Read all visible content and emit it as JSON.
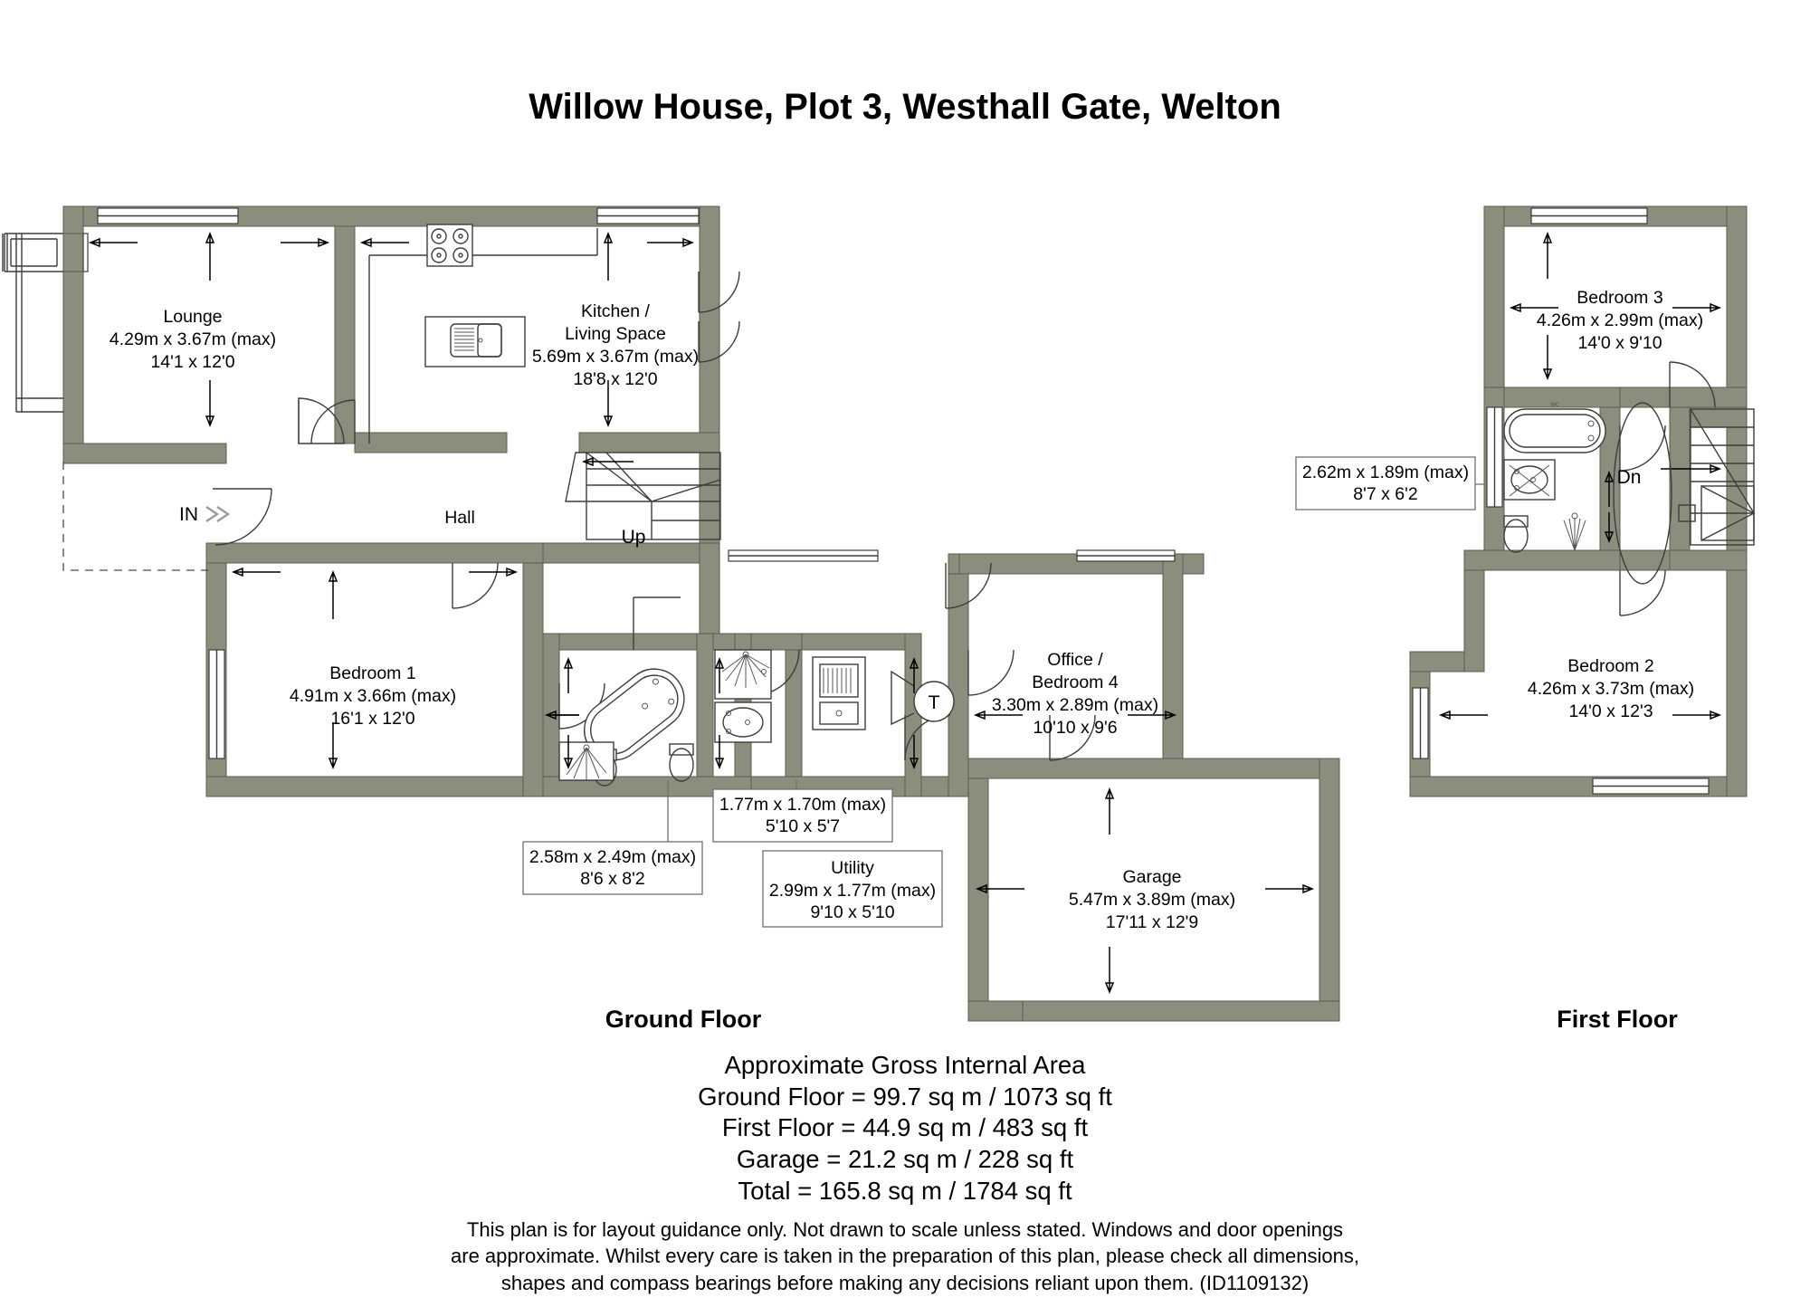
{
  "title": "Willow House, Plot 3, Westhall Gate, Welton",
  "floors": [
    {
      "key": "ground",
      "caption": "Ground Floor"
    },
    {
      "key": "first",
      "caption": "First Floor"
    }
  ],
  "ground_floor": {
    "caption": "Ground Floor",
    "rooms": [
      {
        "name": "lounge",
        "label": "Lounge",
        "metric": "4.29m x 3.67m (max)",
        "imperial": "14'1 x 12'0"
      },
      {
        "name": "kitchen-living-space",
        "label_line1": "Kitchen /",
        "label_line2": "Living Space",
        "metric": "5.69m x 3.67m (max)",
        "imperial": "18'8 x 12'0"
      },
      {
        "name": "hall",
        "label": "Hall"
      },
      {
        "name": "bedroom-1",
        "label": "Bedroom 1",
        "metric": "4.91m x 3.66m (max)",
        "imperial": "16'1 x 12'0"
      },
      {
        "name": "office-bedroom-4",
        "label_line1": "Office /",
        "label_line2": "Bedroom 4",
        "metric": "3.30m x 2.89m (max)",
        "imperial": "10'10 x 9'6"
      },
      {
        "name": "garage",
        "label": "Garage",
        "metric": "5.47m x 3.89m (max)",
        "imperial": "17'11 x 12'9"
      }
    ],
    "callouts": [
      {
        "name": "bathroom-callout",
        "label": "",
        "metric": "2.58m x 2.49m (max)",
        "imperial": "8'6 x 8'2"
      },
      {
        "name": "shower-room-callout",
        "label": "",
        "metric": "1.77m x 1.70m (max)",
        "imperial": "5'10 x 5'7"
      },
      {
        "name": "utility-callout",
        "label": "Utility",
        "metric": "2.99m x 1.77m (max)",
        "imperial": "9'10 x 5'10"
      }
    ],
    "markers": [
      {
        "name": "entrance-marker",
        "text": "IN"
      },
      {
        "name": "stairs-up-marker",
        "text": "Up"
      },
      {
        "name": "tank-marker",
        "text": "T"
      }
    ]
  },
  "first_floor": {
    "caption": "First Floor",
    "rooms": [
      {
        "name": "bedroom-3",
        "label": "Bedroom 3",
        "metric": "4.26m x 2.99m (max)",
        "imperial": "14'0 x 9'10"
      },
      {
        "name": "bedroom-2",
        "label": "Bedroom 2",
        "metric": "4.26m x 3.73m (max)",
        "imperial": "14'0 x 12'3"
      }
    ],
    "callouts": [
      {
        "name": "bathroom-callout-first",
        "label": "",
        "metric": "2.62m x 1.89m (max)",
        "imperial": "8'7 x 6'2"
      }
    ],
    "markers": [
      {
        "name": "stairs-down-marker",
        "text": "Dn"
      }
    ]
  },
  "area_summary": {
    "heading": "Approximate Gross Internal Area",
    "lines": [
      "Ground Floor = 99.7 sq m / 1073 sq ft",
      "First Floor = 44.9 sq m / 483 sq ft",
      "Garage = 21.2 sq m / 228 sq ft",
      "Total = 165.8 sq m / 1784 sq ft"
    ]
  },
  "disclaimer": {
    "line1": "This plan is for layout guidance only. Not drawn to scale unless stated. Windows and door openings",
    "line2": "are approximate. Whilst every care is taken in the preparation of this plan, please check all dimensions,",
    "line3": "shapes and compass bearings before making any decisions reliant upon them. (ID1109132)"
  },
  "colors": {
    "wall_fill": "#8d8d7e",
    "wall_stroke": "#5c5c50",
    "line": "#3d3d3d",
    "text": "#000000",
    "background": "#ffffff"
  }
}
